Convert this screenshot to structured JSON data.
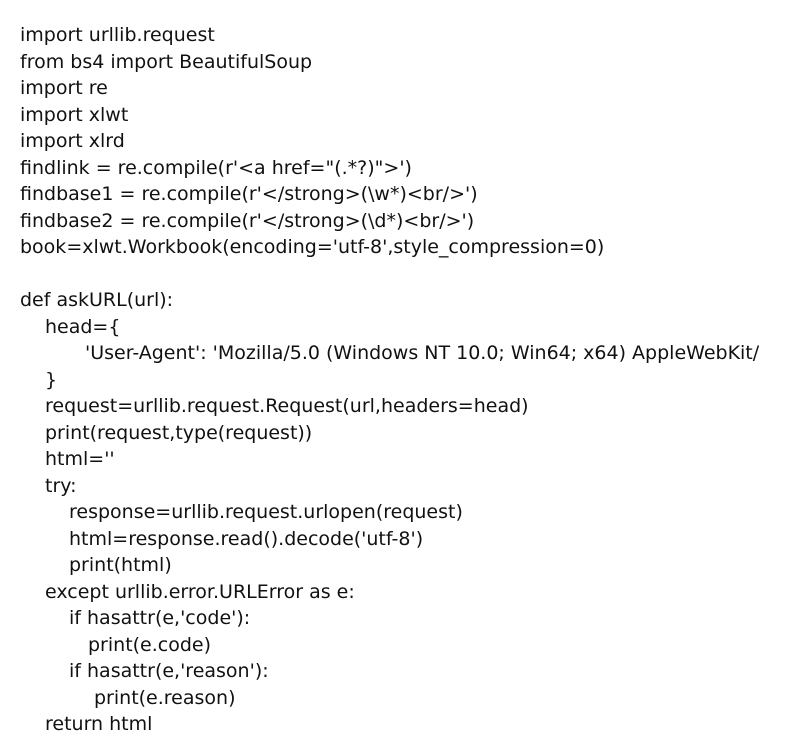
{
  "code_lines": [
    {
      "text": "import urllib.request",
      "indent": 0
    },
    {
      "text": "from bs4 import BeautifulSoup",
      "indent": 0
    },
    {
      "text": "import re",
      "indent": 0
    },
    {
      "text": "import xlwt",
      "indent": 0
    },
    {
      "text": "import xlrd",
      "indent": 0
    },
    {
      "text": "findlink = re.compile(r'<a href=\"(.*?)\">')",
      "indent": 0
    },
    {
      "text": "findbase1 = re.compile(r'</strong>(\\w*)<br/>')",
      "indent": 0
    },
    {
      "text": "findbase2 = re.compile(r'</strong>(\\d*)<br/>')",
      "indent": 0
    },
    {
      "text": "book=xlwt.Workbook(encoding='utf-8',style_compression=0)",
      "indent": 0
    },
    {
      "text": "",
      "indent": 0
    },
    {
      "text": "def askURL(url):",
      "indent": 0
    },
    {
      "text": "head={",
      "indent": 1
    },
    {
      "text": "'User-Agent': 'Mozilla/5.0 (Windows NT 10.0; Win64; x64) AppleWebKit/",
      "indent": 3
    },
    {
      "text": "}",
      "indent": 1
    },
    {
      "text": "request=urllib.request.Request(url,headers=head)",
      "indent": 1
    },
    {
      "text": "print(request,type(request))",
      "indent": 1
    },
    {
      "text": "html=''",
      "indent": 1
    },
    {
      "text": "try:",
      "indent": 1
    },
    {
      "text": "response=urllib.request.urlopen(request)",
      "indent": 2
    },
    {
      "text": "html=response.read().decode('utf-8')",
      "indent": 2
    },
    {
      "text": "print(html)",
      "indent": 2
    },
    {
      "text": "except urllib.error.URLError as e:",
      "indent": 1
    },
    {
      "text": "if hasattr(e,'code'):",
      "indent": 2
    },
    {
      "text": "print(e.code)",
      "indent": 3
    },
    {
      "text": "if hasattr(e,'reason'):",
      "indent": 2
    },
    {
      "text": "print(e.reason)",
      "indent": 3
    },
    {
      "text": "return html",
      "indent": 1
    }
  ]
}
